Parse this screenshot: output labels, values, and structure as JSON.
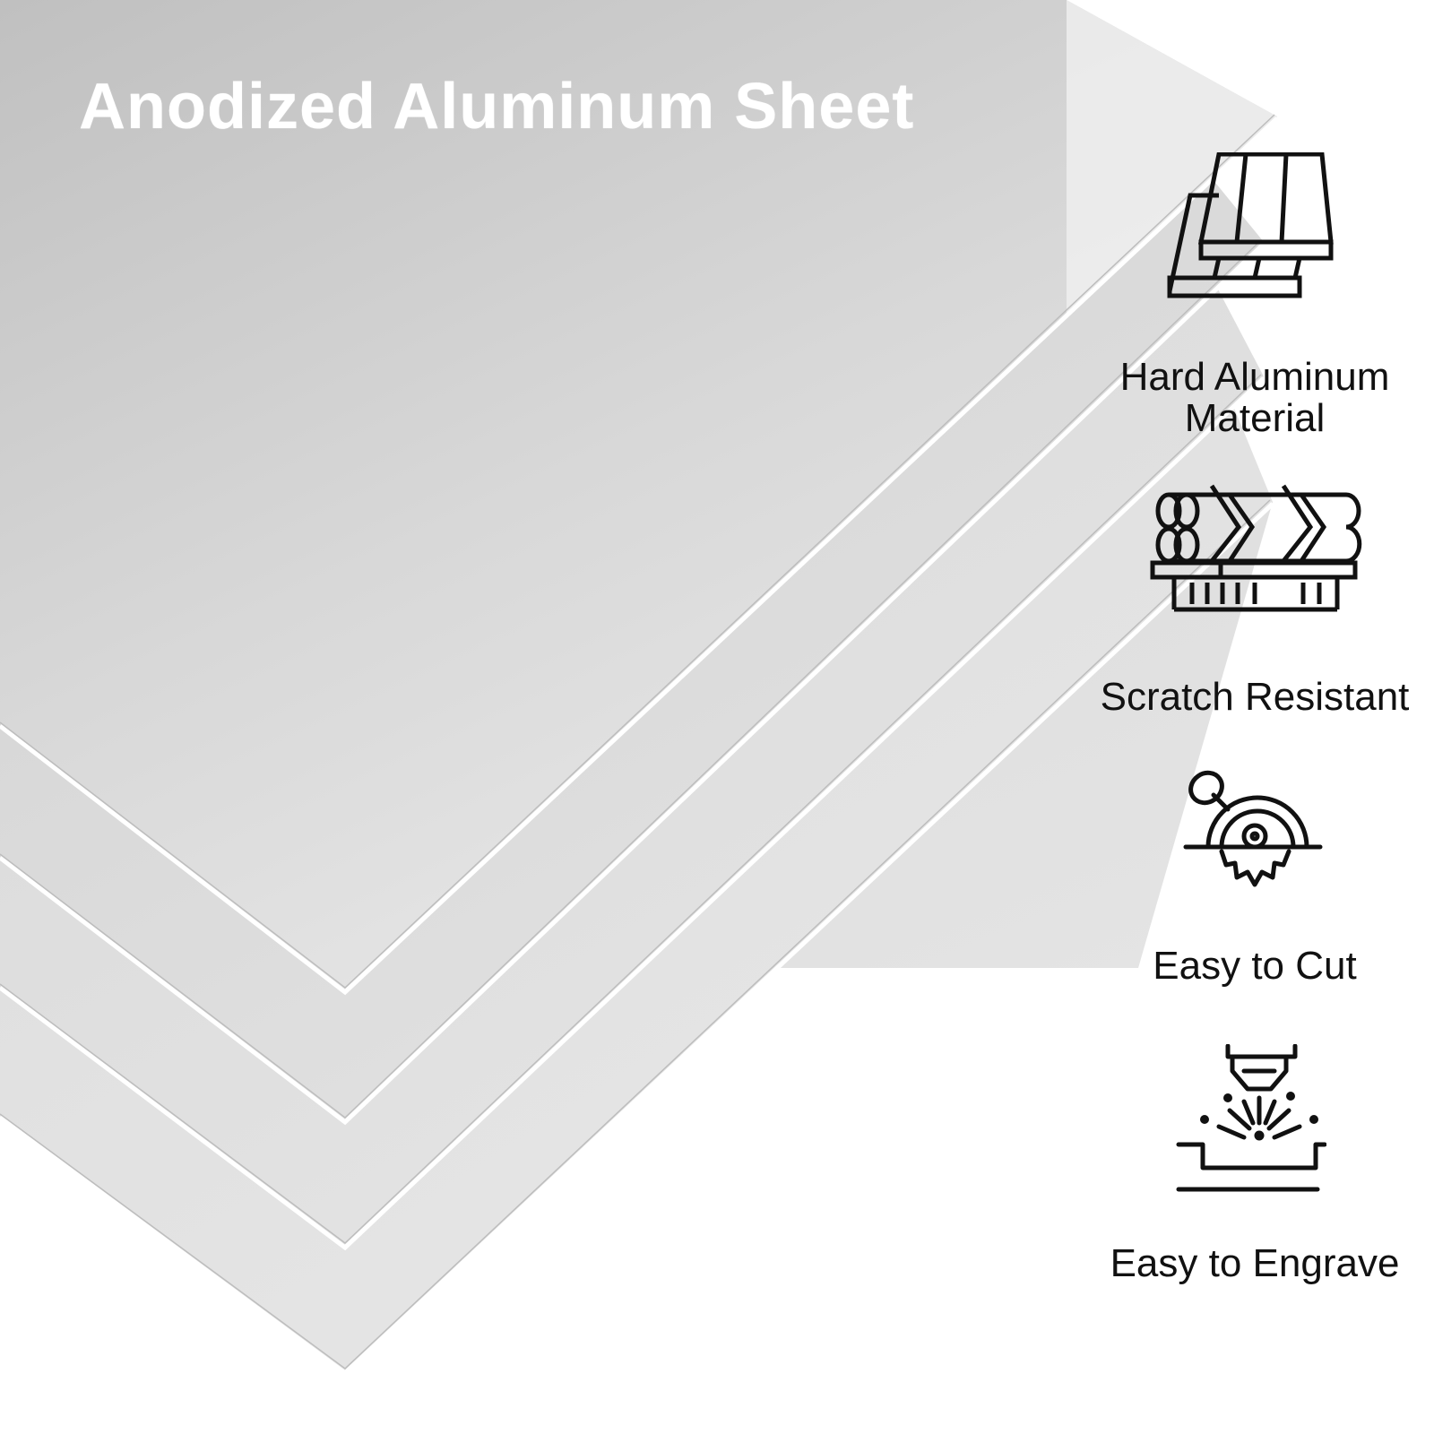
{
  "title": "Anodized Aluminum Sheet",
  "colors": {
    "sheet_gray": "#c4c4c4",
    "sheet_light": "#e6e6e6",
    "edge_white": "#ffffff",
    "icon_black": "#111111"
  },
  "features": [
    {
      "icon": "wood-planks-icon",
      "label": "Hard Aluminum\nMaterial"
    },
    {
      "icon": "logs-and-lumber-icon",
      "label": "Scratch Resistant"
    },
    {
      "icon": "circular-saw-icon",
      "label": "Easy to Cut"
    },
    {
      "icon": "laser-engraver-icon",
      "label": "Easy to Engrave"
    }
  ]
}
